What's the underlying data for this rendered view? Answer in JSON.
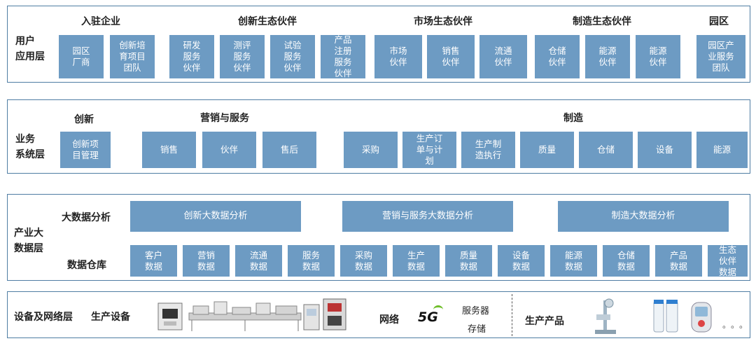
{
  "user_layer": {
    "label": "用户\n应用层",
    "groups": [
      {
        "title": "入驻企业",
        "items": [
          "园区\n厂商",
          "创新培\n育项目\n团队"
        ]
      },
      {
        "title": "创新生态伙伴",
        "items": [
          "研发\n服务\n伙伴",
          "测评\n服务\n伙伴",
          "试验\n服务\n伙伴",
          "产品\n注册\n服务\n伙伴"
        ]
      },
      {
        "title": "市场生态伙伴",
        "items": [
          "市场\n伙伴",
          "销售\n伙伴",
          "流通\n伙伴"
        ]
      },
      {
        "title": "制造生态伙伴",
        "items": [
          "仓储\n伙伴",
          "能源\n伙伴",
          "能源\n伙伴"
        ]
      },
      {
        "title": "园区",
        "items": [
          "园区产\n业服务\n团队"
        ]
      }
    ]
  },
  "business_layer": {
    "label": "业务\n系统层",
    "groups": [
      {
        "title": "创新",
        "items": [
          "创新项\n目管理"
        ]
      },
      {
        "title": "营销与服务",
        "items": [
          "销售",
          "伙伴",
          "售后"
        ]
      },
      {
        "title": "制造",
        "items": [
          "采购",
          "生产订\n单与计\n划",
          "生产制\n造执行",
          "质量",
          "仓储",
          "设备",
          "能源"
        ]
      }
    ]
  },
  "data_layer": {
    "label": "产业大\n数据层",
    "analysis_label": "大数据分析",
    "analysis_items": [
      "创新大数据分析",
      "营销与服务大数据分析",
      "制造大数据分析"
    ],
    "warehouse_label": "数据仓库",
    "warehouse_items": [
      "客户\n数据",
      "营销\n数据",
      "流通\n数据",
      "服务\n数据",
      "采购\n数据",
      "生产\n数据",
      "质量\n数据",
      "设备\n数据",
      "能源\n数据",
      "仓储\n数据",
      "产品\n数据",
      "生态\n伙伴\n数据"
    ]
  },
  "device_layer": {
    "label": "设备及网络层",
    "equipment_label": "生产设备",
    "network_label": "网络",
    "fiveg_label": "5G",
    "server_label": "服务器",
    "storage_label": "存储",
    "products_label": "生产产品",
    "more": "。。。"
  },
  "colors": {
    "box": "#6d9bc3",
    "border": "#4f7da3",
    "fiveg_arc": "#6fbe2a"
  }
}
